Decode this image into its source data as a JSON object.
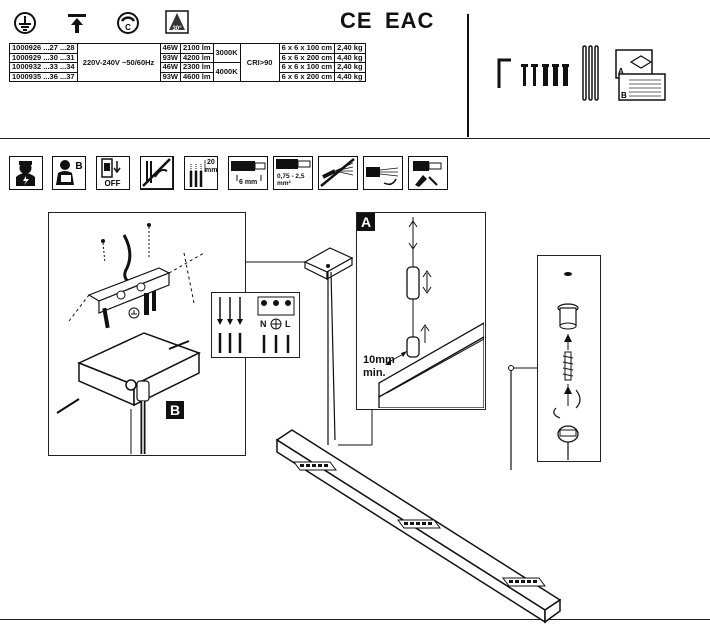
{
  "symbols": {
    "earth": "earth-ground-icon",
    "ceiling": "ceiling-mount-icon",
    "class_c": "C",
    "angle": "30°",
    "ce": "CE",
    "eac": "EAC"
  },
  "spec_table": {
    "rows": [
      {
        "code": "1000926 ...27 ...28",
        "power": "46W",
        "lumen": "2100 lm",
        "size": "6 x 6 x 100 cm",
        "weight": "2,40 kg"
      },
      {
        "code": "1000929 ...30 ...31",
        "power": "93W",
        "lumen": "4200 lm",
        "size": "6 x 6 x 200 cm",
        "weight": "4,40 kg"
      },
      {
        "code": "1000932 ...33 ...34",
        "power": "46W",
        "lumen": "2300 lm",
        "size": "6 x 6 x 100 cm",
        "weight": "2,40 kg"
      },
      {
        "code": "1000935 ...36 ...37",
        "power": "93W",
        "lumen": "4600 lm",
        "size": "6 x 6 x 200 cm",
        "weight": "4,40 kg"
      }
    ],
    "voltage": "220V-240V ~50/60Hz",
    "cct_1": "3000K",
    "cct_2": "4000K",
    "cri": "CRI>90"
  },
  "parts": {
    "letter_a": "A",
    "letter_b": "B"
  },
  "pictograms": {
    "user_b": "B",
    "off": "OFF",
    "strip_mm": "20",
    "strip_mm_unit": "mm",
    "wire_mm": "6 mm",
    "cross_section": "0,75 - 2,5",
    "cross_unit": "mm²"
  },
  "diagram": {
    "label_a": "A",
    "label_b": "B",
    "terminal_n": "N",
    "terminal_l": "L",
    "min_distance": "10mm",
    "min_distance_2": "min."
  }
}
